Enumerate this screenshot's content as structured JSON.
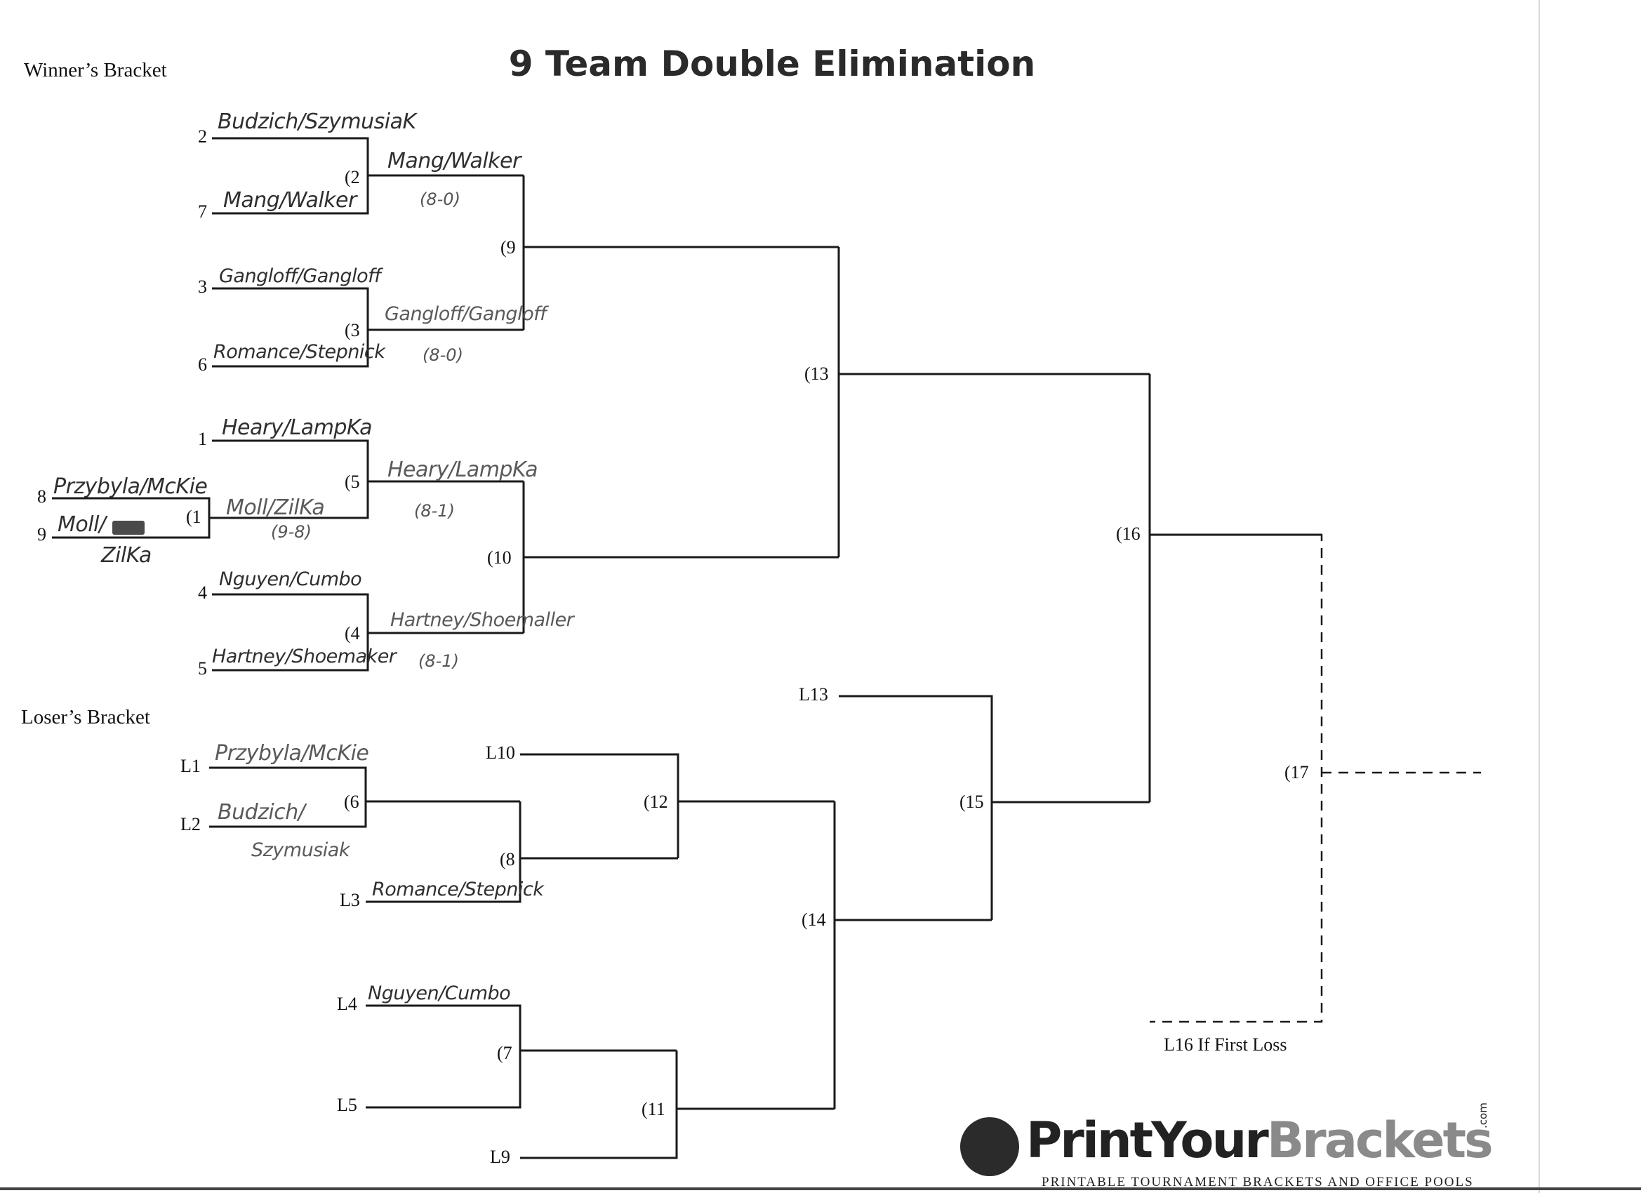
{
  "title": "9 Team Double Elimination",
  "sections": {
    "winners": "Winner’s Bracket",
    "losers": "Loser’s Bracket"
  },
  "seeds": {
    "s1": "1",
    "s2": "2",
    "s3": "3",
    "s4": "4",
    "s5": "5",
    "s6": "6",
    "s7": "7",
    "s8": "8",
    "s9": "9"
  },
  "games": {
    "g1": "(1",
    "g2": "(2",
    "g3": "(3",
    "g4": "(4",
    "g5": "(5",
    "g6": "(6",
    "g7": "(7",
    "g8": "(8",
    "g9": "(9",
    "g10": "(10",
    "g11": "(11",
    "g12": "(12",
    "g13": "(13",
    "g14": "(14",
    "g15": "(15",
    "g16": "(16",
    "g17": "(17"
  },
  "loser_slots": {
    "l1": "L1",
    "l2": "L2",
    "l3": "L3",
    "l4": "L4",
    "l5": "L5",
    "l9": "L9",
    "l10": "L10",
    "l13": "L13"
  },
  "note_l16": "L16 If First Loss",
  "entries": {
    "seed2": "Budzich/SzymusiaK",
    "seed7": "Mang/Walker",
    "seed3": "Gangloff/Gangloff",
    "seed6": "Romance/Stepnick",
    "seed1": "Heary/LampKa",
    "seed8": "Przybyla/McKie",
    "seed9": "Moll/",
    "seed9_correction": "ZilKa",
    "seed4": "Nguyen/Cumbo",
    "seed5": "Hartney/Shoemaker",
    "w2": "Mang/Walker",
    "w3": "Gangloff/Gangloff",
    "w1": "Moll/ZilKa",
    "w5": "Heary/LampKa",
    "w4": "Hartney/Shoemaller",
    "l1": "Przybyla/McKie",
    "l2": "Budzich/",
    "l2_cont": "Szymusiak",
    "l3": "Romance/Stepnick",
    "l4": "Nguyen/Cumbo"
  },
  "scores": {
    "g2": "(8-0)",
    "g3": "(8-0)",
    "g1": "(9-8)",
    "g5": "(8-1)",
    "g4": "(8-1)"
  },
  "logo": {
    "name_dark": "PrintYour",
    "name_light": "Brackets",
    "suffix": ".com",
    "tagline": "PRINTABLE TOURNAMENT BRACKETS AND OFFICE POOLS"
  }
}
